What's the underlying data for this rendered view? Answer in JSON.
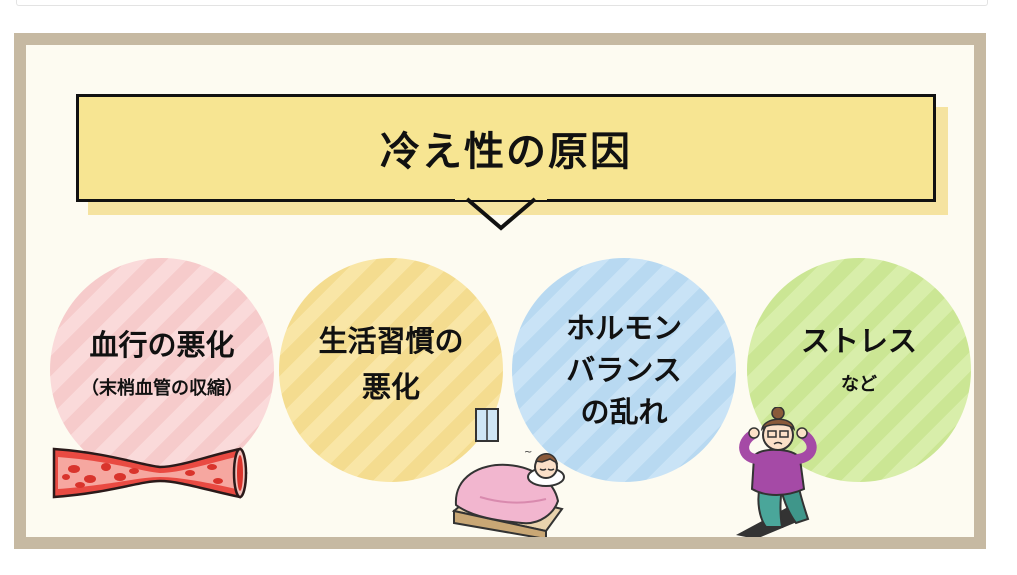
{
  "title": "冷え性の原因",
  "causes": [
    {
      "main": "血行の悪化",
      "sub": "（末梢血管の収縮）",
      "color": "#f6cbcb"
    },
    {
      "main": "生活習慣の\n悪化",
      "sub": "",
      "color": "#f4dc8f"
    },
    {
      "main": "ホルモン\nバランス\nの乱れ",
      "sub": "",
      "color": "#b8d9f1"
    },
    {
      "main": "ストレス",
      "sub": "など",
      "color": "#cbe694"
    }
  ],
  "illustrations": {
    "blood_vessel": "blood-vessel-icon",
    "sleeping_person": "sleeping-person-icon",
    "stressed_person": "stressed-person-icon"
  }
}
